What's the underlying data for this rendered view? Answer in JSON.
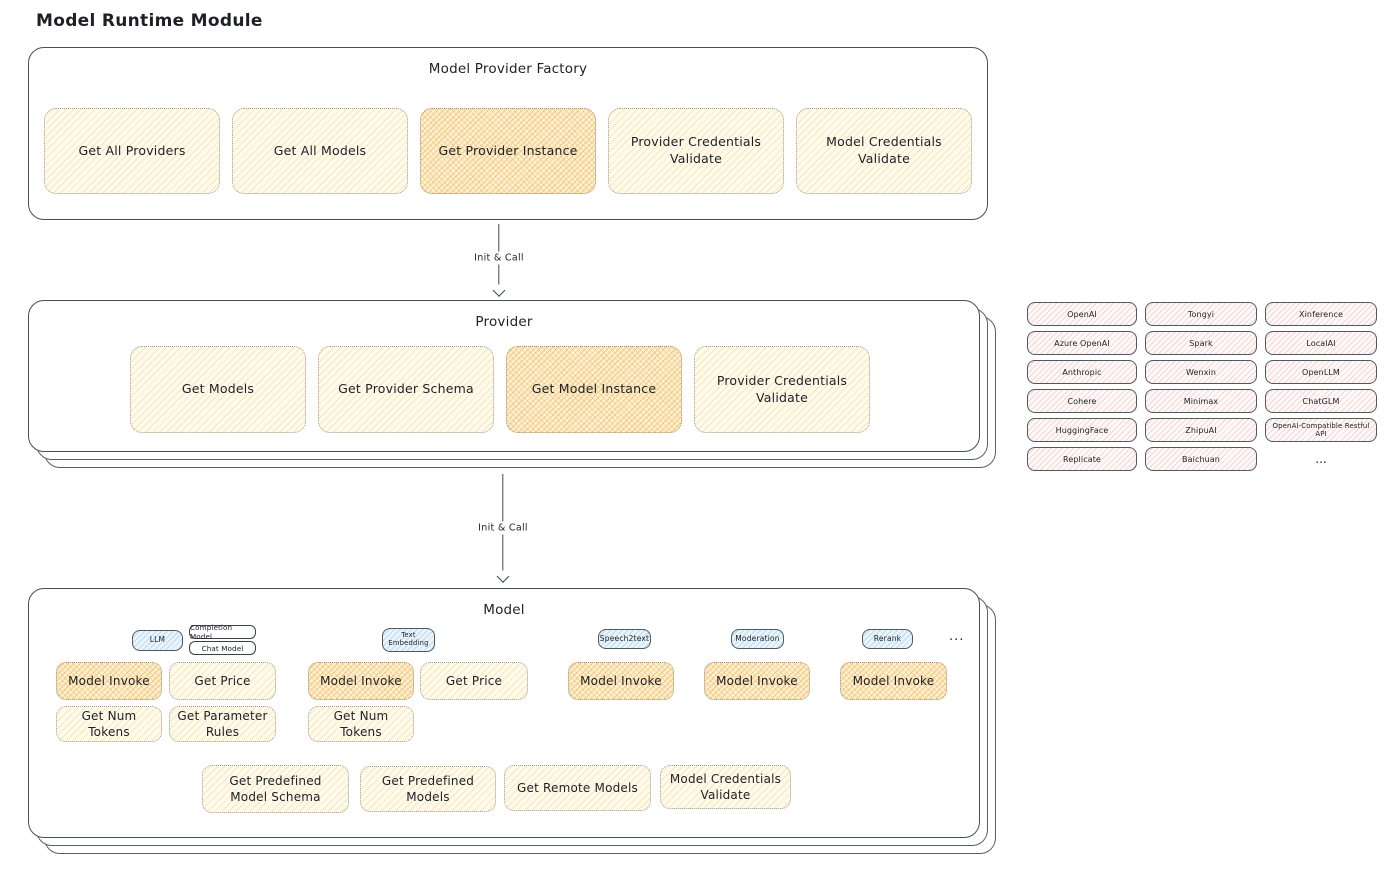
{
  "title": "Model Runtime Module",
  "colors": {
    "highlight_orange": "#f0ae4d",
    "light_yellow": "#fdf6de",
    "provider_pink": "#fdf0ee",
    "tab_blue": "#e2f0fa",
    "border_dark": "#43484e"
  },
  "factory": {
    "title": "Model Provider Factory",
    "buttons": [
      {
        "label": "Get All Providers",
        "highlighted": false
      },
      {
        "label": "Get All Models",
        "highlighted": false
      },
      {
        "label": "Get Provider Instance",
        "highlighted": true
      },
      {
        "label": "Provider Credentials Validate",
        "highlighted": false
      },
      {
        "label": "Model Credentials Validate",
        "highlighted": false
      }
    ]
  },
  "arrows": {
    "factory_to_provider": "Init & Call",
    "provider_to_model": "Init & Call"
  },
  "provider": {
    "title": "Provider",
    "buttons": [
      {
        "label": "Get Models",
        "highlighted": false
      },
      {
        "label": "Get Provider Schema",
        "highlighted": false
      },
      {
        "label": "Get Model Instance",
        "highlighted": true
      },
      {
        "label": "Provider Credentials Validate",
        "highlighted": false
      }
    ]
  },
  "provider_list": {
    "items": [
      "OpenAI",
      "Tongyi",
      "Xinference",
      "Azure OpenAI",
      "Spark",
      "LocalAI",
      "Anthropic",
      "Wenxin",
      "OpenLLM",
      "Cohere",
      "Minimax",
      "ChatGLM",
      "HuggingFace",
      "ZhipuAI",
      "OpenAI-Compatible Restful API",
      "Replicate",
      "Baichuan"
    ],
    "more": "..."
  },
  "model": {
    "title": "Model",
    "tabs": {
      "llm": "LLM",
      "completion_model": "Completion Model",
      "chat_model": "Chat Model",
      "text_embedding": "Text Embedding",
      "speech2text": "Speech2text",
      "moderation": "Moderation",
      "rerank": "Rerank",
      "more": "..."
    },
    "buttons": {
      "llm_model_invoke": "Model Invoke",
      "llm_get_price": "Get Price",
      "llm_get_num_tokens": "Get Num Tokens",
      "llm_get_parameter_rules": "Get Parameter Rules",
      "embedding_model_invoke": "Model Invoke",
      "embedding_get_price": "Get Price",
      "embedding_get_num_tokens": "Get Num Tokens",
      "speech2text_model_invoke": "Model Invoke",
      "moderation_model_invoke": "Model Invoke",
      "rerank_model_invoke": "Model Invoke",
      "get_predefined_model_schema": "Get Predefined Model Schema",
      "get_predefined_models": "Get Predefined Models",
      "get_remote_models": "Get Remote Models",
      "model_credentials_validate": "Model Credentials Validate"
    }
  }
}
